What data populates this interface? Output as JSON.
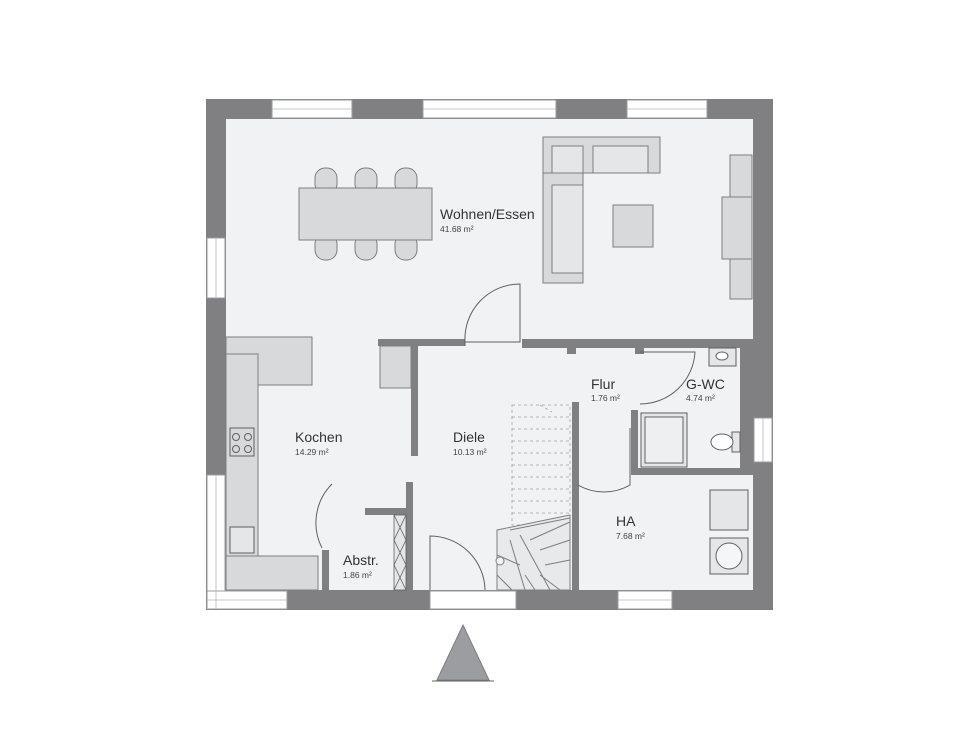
{
  "colors": {
    "wall": "#808083",
    "wall_stroke": "#606063",
    "floor": "#f1f2f4",
    "furniture_fill": "#d8d9db",
    "furniture_stroke": "#7d7e80",
    "window": "#ffffff",
    "door_line": "#606063"
  },
  "rooms": {
    "wohnen": {
      "name": "Wohnen/Essen",
      "area": "41.68 m²"
    },
    "kochen": {
      "name": "Kochen",
      "area": "14.29 m²"
    },
    "diele": {
      "name": "Diele",
      "area": "10.13 m²"
    },
    "flur": {
      "name": "Flur",
      "area": "1.76 m²"
    },
    "gwc": {
      "name": "G-WC",
      "area": "4.74 m²"
    },
    "ha": {
      "name": "HA",
      "area": "7.68 m²"
    },
    "abstr": {
      "name": "Abstr.",
      "area": "1.86 m²"
    }
  },
  "icons": [
    "north-arrow-icon",
    "dining-table-icon",
    "sofa-icon",
    "toilet-icon",
    "sink-icon",
    "washing-machine-icon",
    "stove-icon",
    "staircase-icon"
  ]
}
